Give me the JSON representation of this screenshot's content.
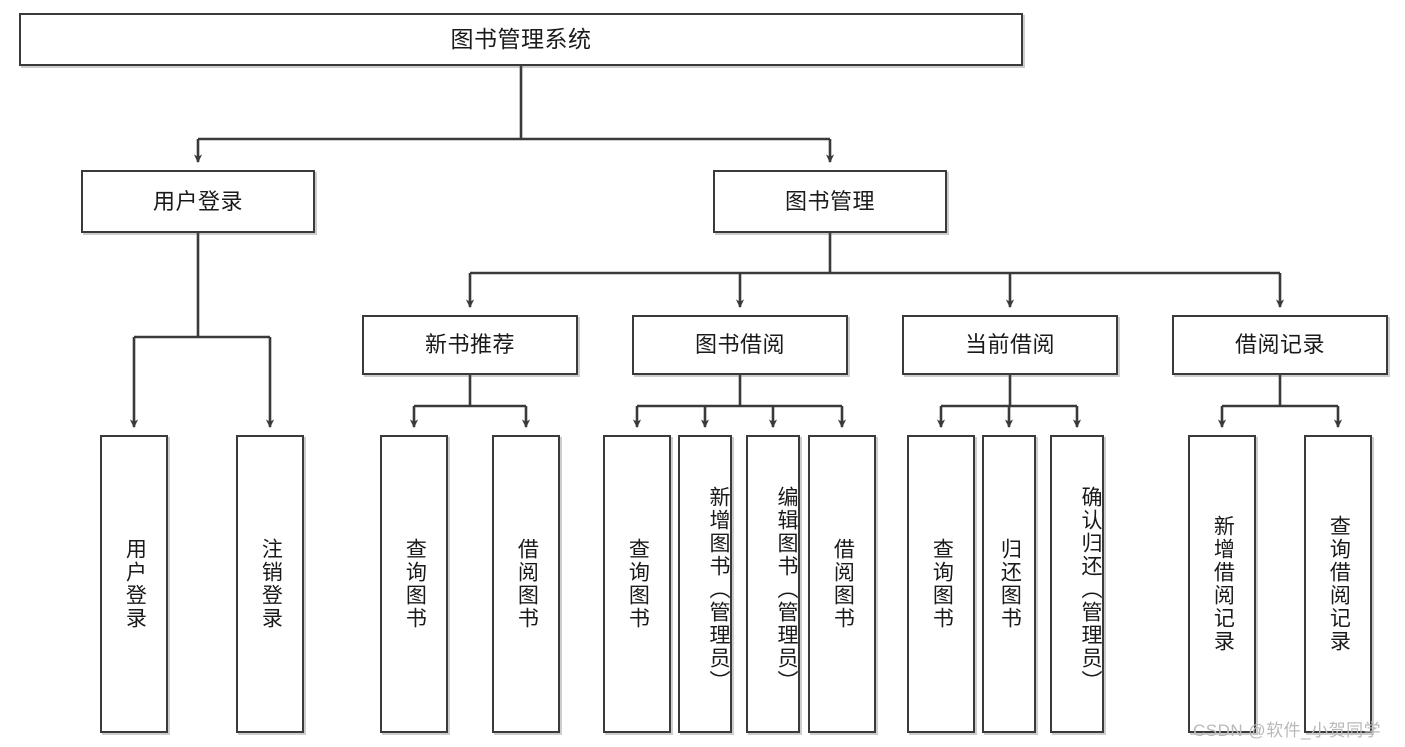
{
  "diagram": {
    "title": "图书管理系统",
    "type": "functional-structure-tree",
    "root": {
      "id": "root",
      "label": "图书管理系统"
    },
    "level2": [
      {
        "id": "user-login",
        "label": "用户登录"
      },
      {
        "id": "book-manage",
        "label": "图书管理"
      }
    ],
    "level3": [
      {
        "id": "new-book-rec",
        "label": "新书推荐",
        "parent": "book-manage"
      },
      {
        "id": "book-borrow",
        "label": "图书借阅",
        "parent": "book-manage"
      },
      {
        "id": "current-borrow",
        "label": "当前借阅",
        "parent": "book-manage"
      },
      {
        "id": "borrow-record",
        "label": "借阅记录",
        "parent": "book-manage"
      }
    ],
    "leaves": [
      {
        "id": "leaf-user-login",
        "label": "用户登录",
        "parent": "user-login"
      },
      {
        "id": "leaf-logout-login",
        "label": "注销登录",
        "parent": "user-login"
      },
      {
        "id": "leaf-query-book-1",
        "label": "查询图书",
        "parent": "new-book-rec"
      },
      {
        "id": "leaf-borrow-book-1",
        "label": "借阅图书",
        "parent": "new-book-rec"
      },
      {
        "id": "leaf-query-book-2",
        "label": "查询图书",
        "parent": "book-borrow"
      },
      {
        "id": "leaf-add-book",
        "label": "新增图书（管理员）",
        "parent": "book-borrow"
      },
      {
        "id": "leaf-edit-book",
        "label": "编辑图书（管理员）",
        "parent": "book-borrow"
      },
      {
        "id": "leaf-borrow-book-2",
        "label": "借阅图书",
        "parent": "book-borrow"
      },
      {
        "id": "leaf-query-book-3",
        "label": "查询图书",
        "parent": "current-borrow"
      },
      {
        "id": "leaf-return-book",
        "label": "归还图书",
        "parent": "current-borrow"
      },
      {
        "id": "leaf-confirm-return",
        "label": "确认归还（管理员）",
        "parent": "current-borrow"
      },
      {
        "id": "leaf-add-record",
        "label": "新增借阅记录",
        "parent": "borrow-record"
      },
      {
        "id": "leaf-query-record",
        "label": "查询借阅记录",
        "parent": "borrow-record"
      }
    ],
    "watermark": "CSDN @软件_小贺同学",
    "colors": {
      "stroke": "#3a3a3a",
      "fill": "#ffffff",
      "text": "#1a1a1a",
      "watermark": "#b9b9b9"
    }
  }
}
